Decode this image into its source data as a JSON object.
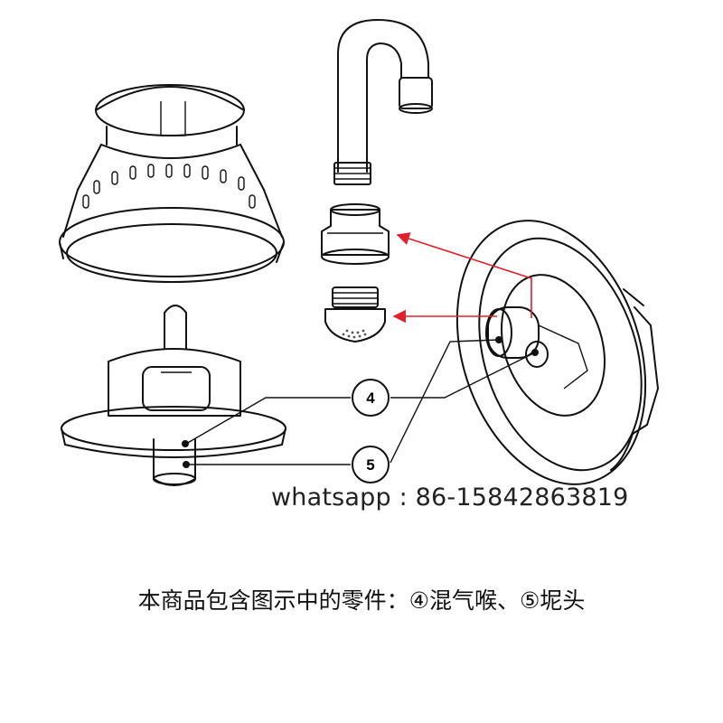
{
  "callouts": [
    {
      "number": "4"
    },
    {
      "number": "5"
    }
  ],
  "contact_text": "whatsapp : 86-15842863819",
  "caption_text": "本商品包含图示中的零件：④混气喉、⑤坭头",
  "colors": {
    "arrow": "#e0202a",
    "line": "#111111"
  }
}
